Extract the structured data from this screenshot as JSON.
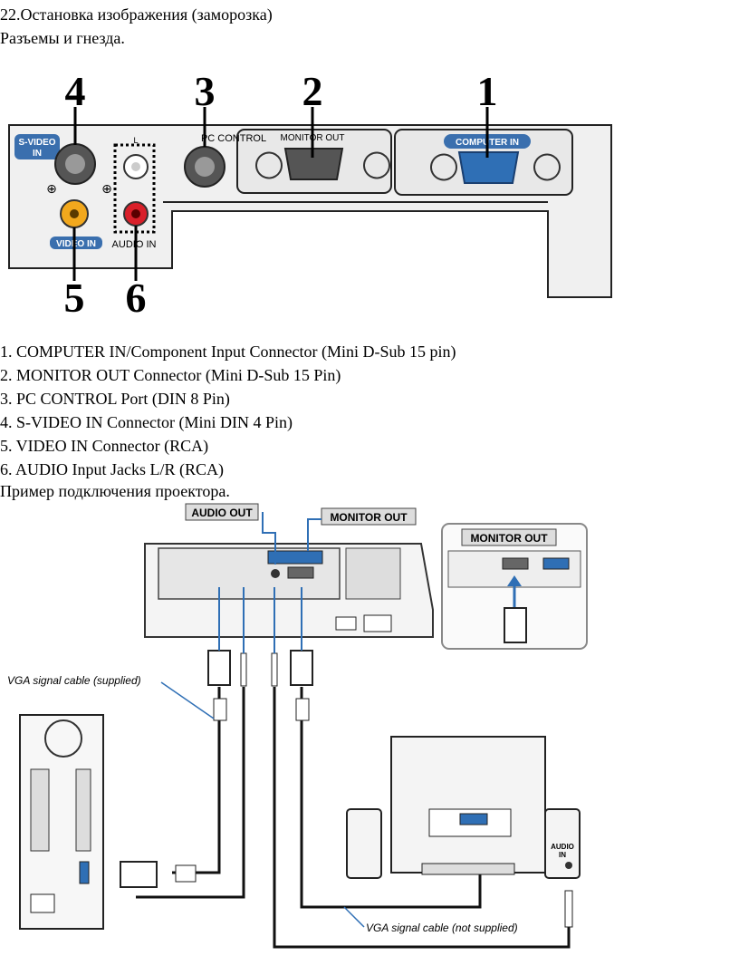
{
  "header": {
    "title": "22.Остановка изображения (заморозка)",
    "subtitle": "Разъемы и гнезда."
  },
  "panel": {
    "callouts": [
      "4",
      "3",
      "2",
      "1",
      "5",
      "6"
    ],
    "labels": {
      "svideo": "S-VIDEO",
      "svideo_in": "IN",
      "pc_control": "PC CONTROL",
      "monitor_out": "MONITOR OUT",
      "computer_in": "COMPUTER IN",
      "video_in": "VIDEO IN",
      "audio_in": "AUDIO IN",
      "l": "L"
    }
  },
  "list": [
    "1. COMPUTER IN/Component Input Connector (Mini D-Sub 15 pin)",
    "2. MONITOR OUT Connector (Mini D-Sub 15 Pin)",
    "3. PC CONTROL Port (DIN 8 Pin)",
    "4. S-VIDEO IN Connector (Mini DIN 4 Pin)",
    "5. VIDEO IN Connector (RCA)",
    "6. AUDIO Input Jacks L/R (RCA)"
  ],
  "example_heading": "Пример подключения проектора.",
  "diagram": {
    "audio_out": "AUDIO OUT",
    "monitor_out": "MONITOR OUT",
    "inset_monitor_out": "MONITOR OUT",
    "vga_supplied": "VGA signal cable (supplied)",
    "vga_not_supplied": "VGA signal cable (not supplied)",
    "speaker_audio": "AUDIO",
    "speaker_in": "IN"
  },
  "colors": {
    "accent_blue": "#2f6fb5",
    "label_blue": "#3a6fae",
    "video_yellow": "#f2a81d",
    "audio_red": "#d9202a"
  }
}
